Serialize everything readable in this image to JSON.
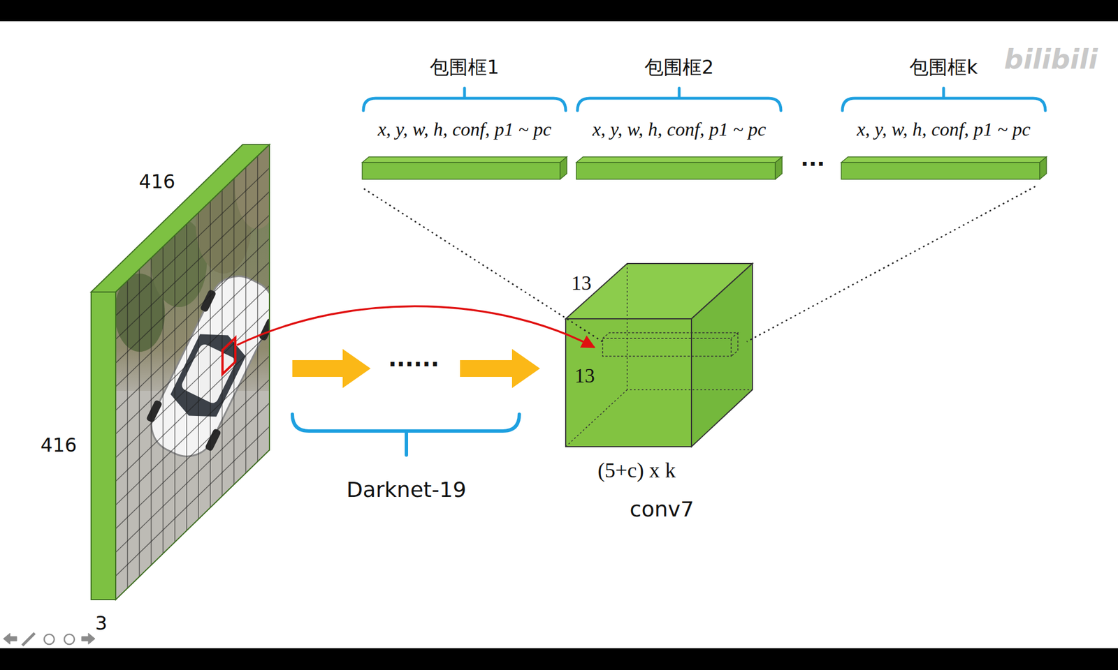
{
  "diagram": {
    "nodes": [
      {
        "text": [
          "包围框1",
          "x, y, w, h, conf, p1 ~ pc"
        ]
      },
      {
        "text": [
          "包围框2",
          "x, y, w, h, conf, p1 ~ pc"
        ]
      },
      {
        "text": [
          "包围框k",
          "x, y, w, h, conf, p1 ~ pc"
        ]
      },
      {
        "text": [
          "416",
          "416",
          "3"
        ]
      },
      {
        "text": [
          "13",
          "13",
          "(5+c) x k",
          "conv7"
        ]
      }
    ],
    "edges": [
      {
        "from": 3,
        "to": 4,
        "arrow": "to"
      },
      {
        "from": 0,
        "to": 4,
        "arrow": "none"
      },
      {
        "from": 2,
        "to": 4,
        "arrow": "none"
      }
    ],
    "labels": [
      "Darknet-19",
      "......",
      "...",
      "bilibili"
    ]
  }
}
